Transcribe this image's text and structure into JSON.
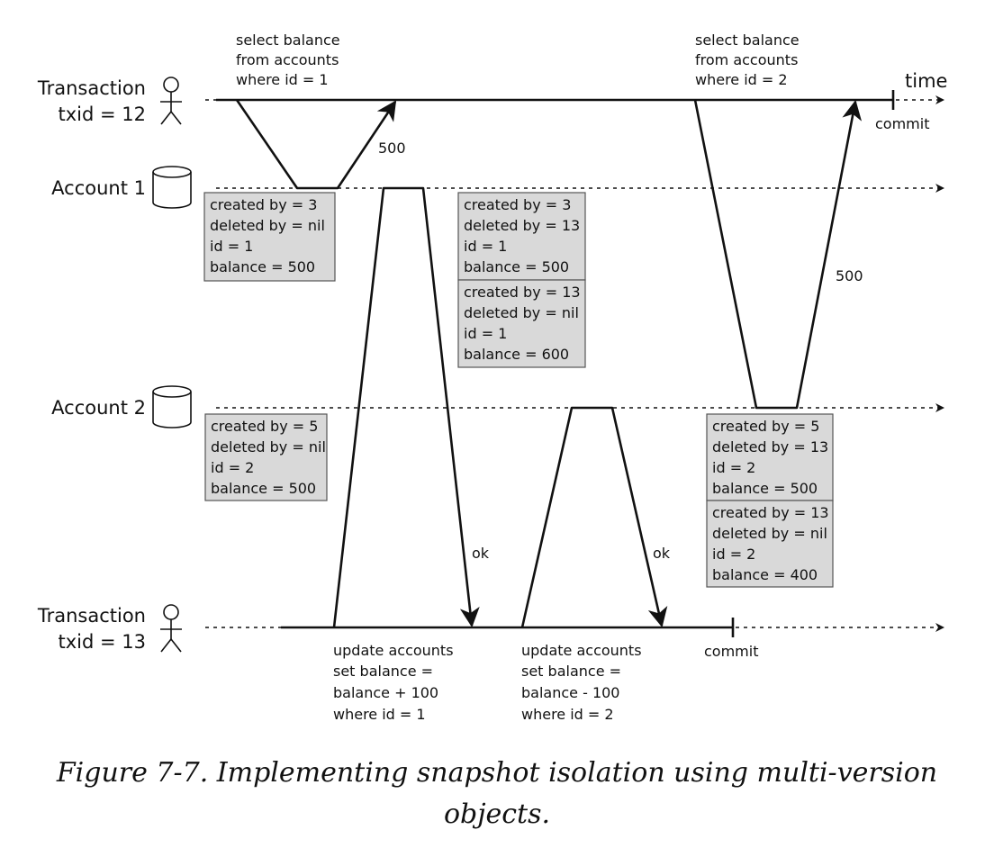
{
  "time_label": "time",
  "lanes": {
    "tx12": {
      "line1": "Transaction",
      "line2": "txid = 12",
      "icon": "person-icon"
    },
    "acct1": {
      "label": "Account 1",
      "icon": "database-icon"
    },
    "acct2": {
      "label": "Account 2",
      "icon": "database-icon"
    },
    "tx13": {
      "line1": "Transaction",
      "line2": "txid = 13",
      "icon": "person-icon"
    }
  },
  "queries": {
    "q1": [
      "select balance",
      "from accounts",
      "where id = 1"
    ],
    "q2": [
      "select balance",
      "from accounts",
      "where id = 2"
    ],
    "u1": [
      "update accounts",
      "set balance =",
      "balance + 100",
      "where id = 1"
    ],
    "u2": [
      "update accounts",
      "set balance =",
      "balance - 100",
      "where id = 2"
    ]
  },
  "responses": {
    "r500a": "500",
    "r500b": "500",
    "ok1": "ok",
    "ok2": "ok"
  },
  "commits": {
    "tx12": "commit",
    "tx13": "commit"
  },
  "versions": {
    "a1v1": [
      "created by = 3",
      "deleted by = nil",
      "id = 1",
      "balance = 500"
    ],
    "a1v2": [
      "created by = 3",
      "deleted by = 13",
      "id = 1",
      "balance = 500"
    ],
    "a1v3": [
      "created by = 13",
      "deleted by = nil",
      "id = 1",
      "balance = 600"
    ],
    "a2v1": [
      "created by = 5",
      "deleted by = nil",
      "id = 2",
      "balance = 500"
    ],
    "a2v2": [
      "created by = 5",
      "deleted by = 13",
      "id = 2",
      "balance = 500"
    ],
    "a2v3": [
      "created by = 13",
      "deleted by = nil",
      "id = 2",
      "balance = 400"
    ]
  },
  "caption": {
    "line1": "Figure 7-7. Implementing snapshot isolation using multi-version",
    "line2": "objects."
  }
}
